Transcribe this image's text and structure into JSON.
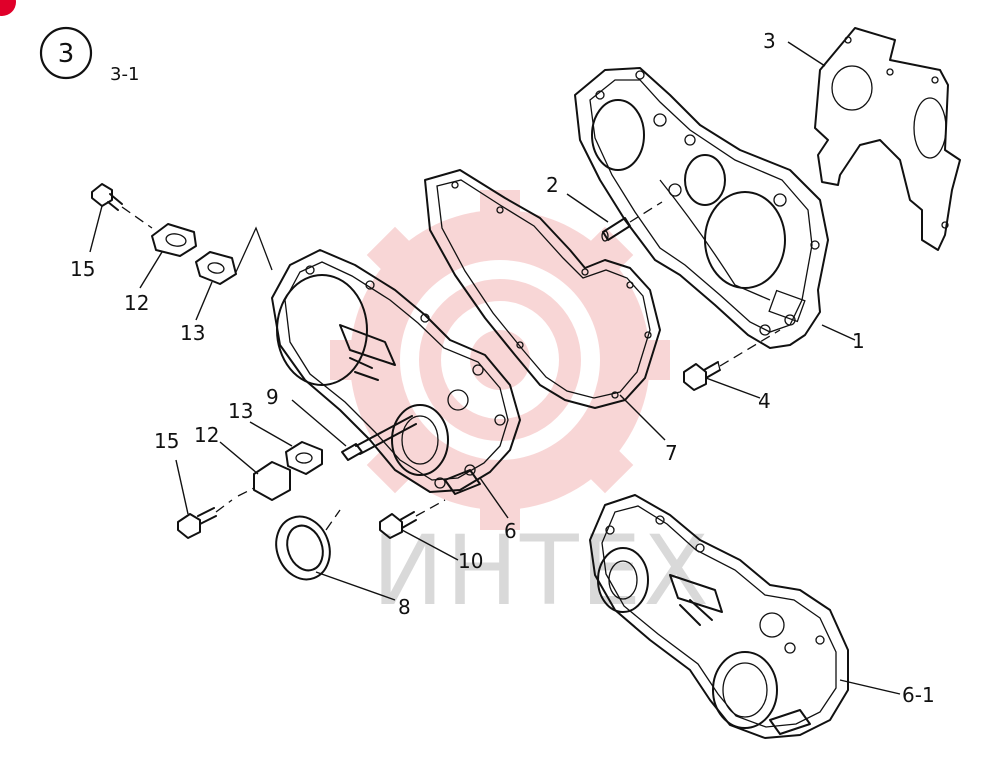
{
  "diagram": {
    "section_number": "3",
    "section_sub": "3-1",
    "watermark_text": "ИНТЕХ",
    "parts": [
      {
        "id": "1",
        "label": "1"
      },
      {
        "id": "2",
        "label": "2"
      },
      {
        "id": "3",
        "label": "3"
      },
      {
        "id": "4",
        "label": "4"
      },
      {
        "id": "6",
        "label": "6"
      },
      {
        "id": "6-1",
        "label": "6-1"
      },
      {
        "id": "7",
        "label": "7"
      },
      {
        "id": "8",
        "label": "8"
      },
      {
        "id": "9",
        "label": "9"
      },
      {
        "id": "10",
        "label": "10"
      },
      {
        "id": "12a",
        "label": "12"
      },
      {
        "id": "13a",
        "label": "13"
      },
      {
        "id": "15a",
        "label": "15"
      },
      {
        "id": "12b",
        "label": "12"
      },
      {
        "id": "13b",
        "label": "13"
      },
      {
        "id": "15b",
        "label": "15"
      }
    ],
    "colors": {
      "line": "#111111",
      "watermark_gear": "#f4b6b6",
      "watermark_text": "#d9d9d9",
      "corner_mark": "#e0002a"
    }
  }
}
